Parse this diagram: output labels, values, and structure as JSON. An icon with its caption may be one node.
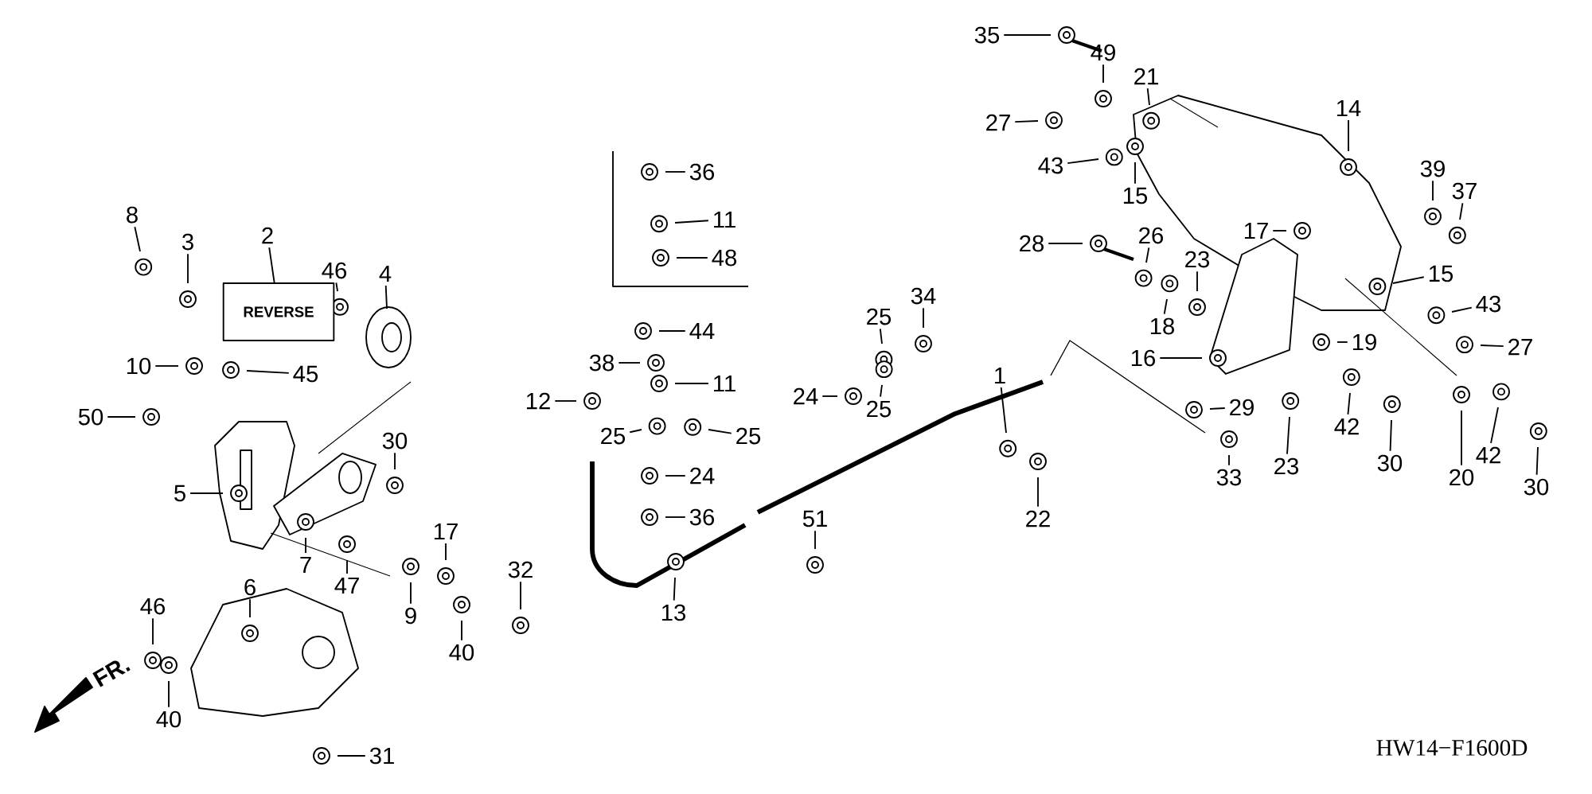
{
  "diagram": {
    "nodes": [
      {
        "text": [
          "8"
        ]
      },
      {
        "text": [
          "3"
        ]
      },
      {
        "text": [
          "2"
        ]
      },
      {
        "text": [
          "46"
        ]
      },
      {
        "text": [
          "4"
        ]
      },
      {
        "text": [
          "10"
        ]
      },
      {
        "text": [
          "45"
        ]
      },
      {
        "text": [
          "50"
        ]
      },
      {
        "text": [
          "30"
        ]
      },
      {
        "text": [
          "5"
        ]
      },
      {
        "text": [
          "7"
        ]
      },
      {
        "text": [
          "47"
        ]
      },
      {
        "text": [
          "17"
        ]
      },
      {
        "text": [
          "32"
        ]
      },
      {
        "text": [
          "9"
        ]
      },
      {
        "text": [
          "40"
        ]
      },
      {
        "text": [
          "6"
        ]
      },
      {
        "text": [
          "46"
        ]
      },
      {
        "text": [
          "40"
        ]
      },
      {
        "text": [
          "31"
        ]
      },
      {
        "text": [
          "36"
        ]
      },
      {
        "text": [
          "11"
        ]
      },
      {
        "text": [
          "48"
        ]
      },
      {
        "text": [
          "44"
        ]
      },
      {
        "text": [
          "38"
        ]
      },
      {
        "text": [
          "11"
        ]
      },
      {
        "text": [
          "12"
        ]
      },
      {
        "text": [
          "25"
        ]
      },
      {
        "text": [
          "25"
        ]
      },
      {
        "text": [
          "24"
        ]
      },
      {
        "text": [
          "36"
        ]
      },
      {
        "text": [
          "13"
        ]
      },
      {
        "text": [
          "25"
        ]
      },
      {
        "text": [
          "34"
        ]
      },
      {
        "text": [
          "24"
        ]
      },
      {
        "text": [
          "25"
        ]
      },
      {
        "text": [
          "51"
        ]
      },
      {
        "text": [
          "1"
        ]
      },
      {
        "text": [
          "22"
        ]
      },
      {
        "text": [
          "35"
        ]
      },
      {
        "text": [
          "49"
        ]
      },
      {
        "text": [
          "21"
        ]
      },
      {
        "text": [
          "27"
        ]
      },
      {
        "text": [
          "43"
        ]
      },
      {
        "text": [
          "15"
        ]
      },
      {
        "text": [
          "14"
        ]
      },
      {
        "text": [
          "39"
        ]
      },
      {
        "text": [
          "37"
        ]
      },
      {
        "text": [
          "17"
        ]
      },
      {
        "text": [
          "28"
        ]
      },
      {
        "text": [
          "26"
        ]
      },
      {
        "text": [
          "23"
        ]
      },
      {
        "text": [
          "18"
        ]
      },
      {
        "text": [
          "15"
        ]
      },
      {
        "text": [
          "43"
        ]
      },
      {
        "text": [
          "27"
        ]
      },
      {
        "text": [
          "16"
        ]
      },
      {
        "text": [
          "19"
        ]
      },
      {
        "text": [
          "29"
        ]
      },
      {
        "text": [
          "33"
        ]
      },
      {
        "text": [
          "23"
        ]
      },
      {
        "text": [
          "42"
        ]
      },
      {
        "text": [
          "30"
        ]
      },
      {
        "text": [
          "20"
        ]
      },
      {
        "text": [
          "42"
        ]
      },
      {
        "text": [
          "30"
        ]
      },
      {
        "text": [
          "REVERSE"
        ]
      }
    ],
    "edges": [
      {
        "from": 0,
        "to": null,
        "arrow": "none"
      },
      {
        "from": 1,
        "to": null,
        "arrow": "none"
      },
      {
        "from": 2,
        "to": 66,
        "arrow": "none"
      },
      {
        "from": 3,
        "to": null,
        "arrow": "none"
      },
      {
        "from": 4,
        "to": null,
        "arrow": "none"
      },
      {
        "from": 5,
        "to": null,
        "arrow": "none"
      },
      {
        "from": 6,
        "to": null,
        "arrow": "none"
      },
      {
        "from": 7,
        "to": null,
        "arrow": "none"
      },
      {
        "from": 8,
        "to": null,
        "arrow": "none"
      },
      {
        "from": 9,
        "to": null,
        "arrow": "none"
      },
      {
        "from": 10,
        "to": null,
        "arrow": "none"
      },
      {
        "from": 11,
        "to": null,
        "arrow": "none"
      },
      {
        "from": 12,
        "to": null,
        "arrow": "none"
      },
      {
        "from": 13,
        "to": null,
        "arrow": "none"
      },
      {
        "from": 14,
        "to": null,
        "arrow": "none"
      },
      {
        "from": 15,
        "to": null,
        "arrow": "none"
      },
      {
        "from": 16,
        "to": null,
        "arrow": "none"
      },
      {
        "from": 17,
        "to": null,
        "arrow": "none"
      },
      {
        "from": 18,
        "to": null,
        "arrow": "none"
      },
      {
        "from": 19,
        "to": null,
        "arrow": "none"
      },
      {
        "from": 20,
        "to": null,
        "arrow": "none"
      },
      {
        "from": 21,
        "to": null,
        "arrow": "none"
      },
      {
        "from": 22,
        "to": null,
        "arrow": "none"
      },
      {
        "from": 23,
        "to": null,
        "arrow": "none"
      },
      {
        "from": 24,
        "to": null,
        "arrow": "none"
      },
      {
        "from": 25,
        "to": null,
        "arrow": "none"
      },
      {
        "from": 26,
        "to": null,
        "arrow": "none"
      },
      {
        "from": 27,
        "to": null,
        "arrow": "none"
      },
      {
        "from": 28,
        "to": null,
        "arrow": "none"
      },
      {
        "from": 29,
        "to": null,
        "arrow": "none"
      },
      {
        "from": 30,
        "to": null,
        "arrow": "none"
      },
      {
        "from": 31,
        "to": null,
        "arrow": "none"
      },
      {
        "from": 32,
        "to": null,
        "arrow": "none"
      },
      {
        "from": 33,
        "to": null,
        "arrow": "none"
      },
      {
        "from": 34,
        "to": null,
        "arrow": "none"
      },
      {
        "from": 35,
        "to": null,
        "arrow": "none"
      },
      {
        "from": 36,
        "to": null,
        "arrow": "none"
      },
      {
        "from": 37,
        "to": null,
        "arrow": "none"
      },
      {
        "from": 38,
        "to": null,
        "arrow": "none"
      },
      {
        "from": 39,
        "to": null,
        "arrow": "none"
      },
      {
        "from": 40,
        "to": null,
        "arrow": "none"
      },
      {
        "from": 41,
        "to": null,
        "arrow": "none"
      },
      {
        "from": 42,
        "to": null,
        "arrow": "none"
      },
      {
        "from": 43,
        "to": null,
        "arrow": "none"
      },
      {
        "from": 44,
        "to": null,
        "arrow": "none"
      },
      {
        "from": 45,
        "to": null,
        "arrow": "none"
      },
      {
        "from": 46,
        "to": null,
        "arrow": "none"
      },
      {
        "from": 47,
        "to": null,
        "arrow": "none"
      },
      {
        "from": 48,
        "to": null,
        "arrow": "none"
      },
      {
        "from": 49,
        "to": null,
        "arrow": "none"
      },
      {
        "from": 50,
        "to": null,
        "arrow": "none"
      },
      {
        "from": 51,
        "to": null,
        "arrow": "none"
      },
      {
        "from": 52,
        "to": null,
        "arrow": "none"
      },
      {
        "from": 53,
        "to": null,
        "arrow": "none"
      },
      {
        "from": 54,
        "to": null,
        "arrow": "none"
      },
      {
        "from": 55,
        "to": null,
        "arrow": "none"
      },
      {
        "from": 56,
        "to": null,
        "arrow": "none"
      },
      {
        "from": 57,
        "to": null,
        "arrow": "none"
      },
      {
        "from": 58,
        "to": null,
        "arrow": "none"
      },
      {
        "from": 59,
        "to": null,
        "arrow": "none"
      },
      {
        "from": 60,
        "to": null,
        "arrow": "none"
      },
      {
        "from": 61,
        "to": null,
        "arrow": "none"
      },
      {
        "from": 62,
        "to": null,
        "arrow": "none"
      },
      {
        "from": 63,
        "to": null,
        "arrow": "none"
      },
      {
        "from": 64,
        "to": null,
        "arrow": "none"
      },
      {
        "from": 65,
        "to": null,
        "arrow": "none"
      }
    ],
    "labels": [
      "FR.",
      "HW14−F1600D"
    ]
  }
}
